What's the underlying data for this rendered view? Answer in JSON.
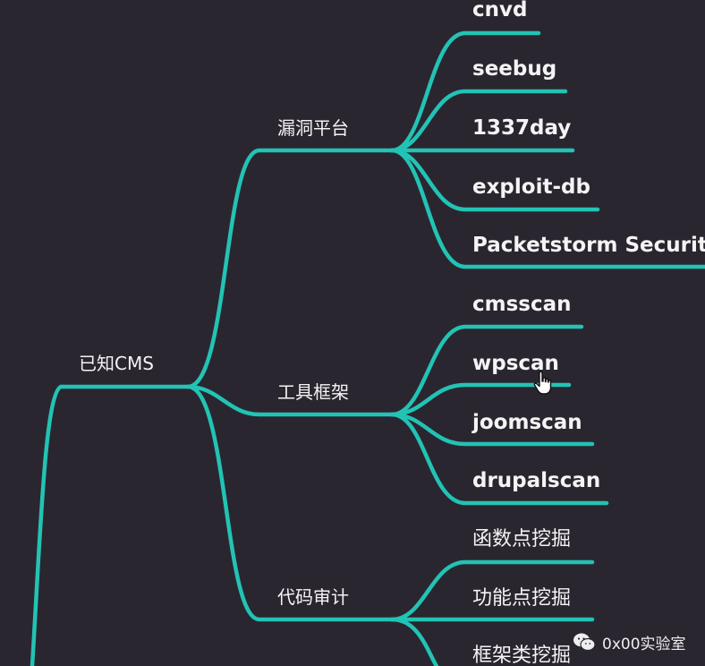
{
  "mindmap": {
    "root": {
      "label": "已知CMS"
    },
    "groups": [
      {
        "label": "漏洞平台",
        "children": [
          "cnvd",
          "seebug",
          "1337day",
          "exploit-db",
          "Packetstorm Security"
        ]
      },
      {
        "label": "工具框架",
        "children": [
          "cmsscan",
          "wpscan",
          "joomscan",
          "drupalscan"
        ]
      },
      {
        "label": "代码审计",
        "children": [
          "函数点挖掘",
          "功能点挖掘",
          "框架类挖掘"
        ]
      }
    ]
  },
  "watermark": {
    "text": "0x00实验室",
    "icon": "wechat-icon"
  },
  "cursor": {
    "icon": "hand-pointer-icon"
  },
  "colors": {
    "background": "#2a2630",
    "branch": "#22c3b4",
    "text": "#f4f4f4"
  }
}
